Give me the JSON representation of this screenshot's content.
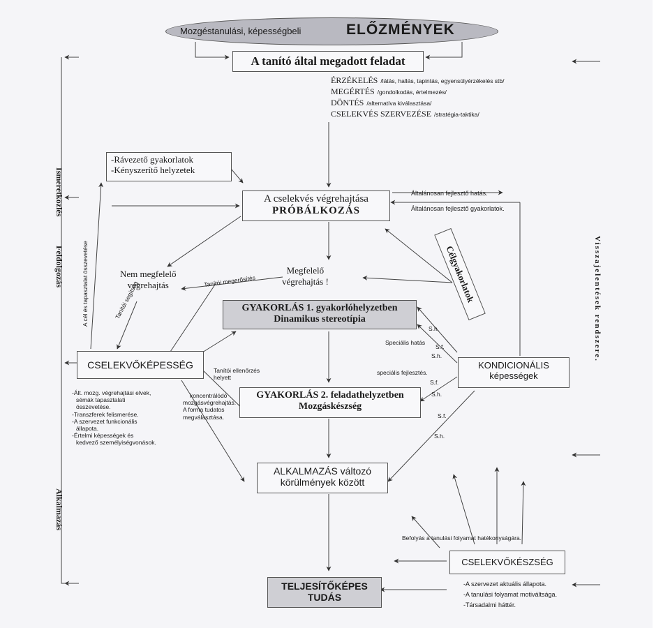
{
  "header": {
    "prefix": "Mozgéstanulási, képességbeli",
    "title": "ELŐZMÉNYEK"
  },
  "task": {
    "title": "A tanító által megadott feladat",
    "steps": [
      {
        "word": "ÉRZÉKELÉS",
        "note": "/látás, hallás, tapintás, egyensúlyérzékelés stb/"
      },
      {
        "word": "MEGÉRTÉS",
        "note": "/gondolkodás, értelmezés/"
      },
      {
        "word": "DÖNTÉS",
        "note": "/alternatíva kiválasztása/"
      },
      {
        "word": "CSELEKVÉS SZERVEZÉSE",
        "note": "/stratégia-taktika/"
      }
    ]
  },
  "guided": {
    "line1": "-Rávezető gyakorlatok",
    "line2": "-Kényszerítő helyzetek"
  },
  "attempt": {
    "line1": "A cselekvés végrehajtása",
    "line2": "PRÓBÁLKOZÁS"
  },
  "general": {
    "effect": "Általánosan fejlesztő hatás.",
    "exercises": "Általánosan fejlesztő gyakorlatok."
  },
  "targeted": {
    "label": "Célgyakorlatok"
  },
  "outcomes": {
    "bad_line1": "Nem megfelelő",
    "bad_line2": "végrehajtás",
    "good_line1": "Megfelelő",
    "good_line2": "végrehajtás !",
    "teacher_fix": "Tanítói megerősítés",
    "teacher_help": "Tanítói segítség",
    "compare": "A cél és tapasztalat összevetése"
  },
  "practice1": {
    "line1": "GYAKORLÁS 1. gyakorlóhelyzetben",
    "line2": "Dinamikus stereotípia"
  },
  "practice2": {
    "line1": "GYAKORLÁS 2. feladathelyzetben",
    "line2": "Mozgáskészség"
  },
  "apply": {
    "line1": "ALKALMAZÁS változó",
    "line2": "körülmények között"
  },
  "result": {
    "line1": "TELJESÍTŐKÉPES",
    "line2": "TUDÁS"
  },
  "ability": {
    "title": "CSELEKVŐKÉPESSÉG",
    "notes": [
      "-Ált. mozg. végrehajtási elvek,",
      "sémák tapasztalati",
      "összevetése.",
      "-Transzferek felismerése.",
      "-A szervezet funkcionális",
      "állapota.",
      "-Értelmi képességek és",
      "kedvező személyiségvonások."
    ]
  },
  "control": {
    "line1": "Tanítói ellenőrzés",
    "line2": "helyett",
    "line3": "koncentrálódó",
    "line4": "mozgásvégrehajtás.",
    "line5": "A forma tudatos",
    "line6": "megválasztása."
  },
  "conditional": {
    "line1": "KONDICIONÁLIS",
    "line2": "képességek"
  },
  "links": {
    "sh": "S.h.",
    "sf": "S.f.",
    "special_effect": "Speciális hatás",
    "special_dev": "speciális fejlesztés."
  },
  "skill": {
    "title": "CSELEKVŐKÉSZSÉG",
    "influence": "Befolyás a tanulási folyamat hatékonyságára.",
    "notes": [
      "-A szervezet aktuális állapota.",
      "-A tanulási folyamat motiváltsága.",
      "-Társadalmi háttér."
    ]
  },
  "phases": {
    "knowledge": "Ismeretközlés",
    "processing": "Feldolgozás",
    "application": "Alkalmazás",
    "feedback": "Visszajelentések rendszere."
  },
  "colors": {
    "ink": "#1a1a1a",
    "line": "#444444",
    "header_bg": "#b9b9c1",
    "shade_box": "#cfcfd4"
  }
}
